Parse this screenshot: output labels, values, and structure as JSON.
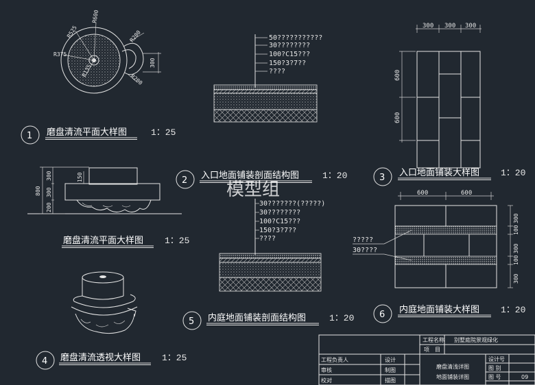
{
  "colors": {
    "background": "#212830",
    "line": "#e6e6e6",
    "text": "#ffffff"
  },
  "watermark": "模型组",
  "details": [
    {
      "number": "1",
      "title": "磨盘清流平面大样图",
      "scale": "1：25"
    },
    {
      "number": "2",
      "title": "入口地面铺装剖面结构图",
      "scale": "1：20"
    },
    {
      "number": "3",
      "title": "入口地面铺装大样图",
      "scale": "1：20"
    },
    {
      "number": "",
      "title": "磨盘清流平面大样图",
      "scale": "1：25"
    },
    {
      "number": "4",
      "title": "磨盘清流透视大样图",
      "scale": "1：25"
    },
    {
      "number": "5",
      "title": "内庭地面铺装剖面结构图",
      "scale": "1：20"
    },
    {
      "number": "6",
      "title": "内庭地面铺装大样图",
      "scale": "1：20"
    }
  ],
  "plan_radii": [
    "R525",
    "R600",
    "R200",
    "R375",
    "R135",
    "R200"
  ],
  "plan_dims": [
    "300"
  ],
  "elevation_dims": [
    "800",
    "200",
    "300",
    "300",
    "150"
  ],
  "section2_layers": [
    "50???????????",
    "30????????",
    "100?C15???",
    "150?3?7??",
    "????"
  ],
  "section5_layers": [
    "30???????(?????)",
    "30????????",
    "100?C15???",
    "150?3?7??",
    "????"
  ],
  "paving3_dims": {
    "top": [
      "300",
      "300",
      "300"
    ],
    "side": [
      "600",
      "600"
    ]
  },
  "paving6_dims": {
    "top": [
      "600",
      "600"
    ],
    "side": [
      "300",
      "100",
      "300",
      "100",
      "300"
    ],
    "labels": [
      "?????",
      "30????"
    ]
  },
  "title_block": {
    "project_label": "工程名称",
    "project_value": "别墅庭院景观绿化",
    "item_label": "项　目",
    "row_labels": [
      "工程负责人",
      "审核",
      "校对"
    ],
    "col_labels": [
      "设计",
      "制图",
      "描图"
    ],
    "drawing_names": [
      "磨盘清浅详图",
      "地面铺装详图"
    ],
    "right_labels": [
      "设计号",
      "图 别",
      "图 号"
    ],
    "drawing_number": "09"
  }
}
